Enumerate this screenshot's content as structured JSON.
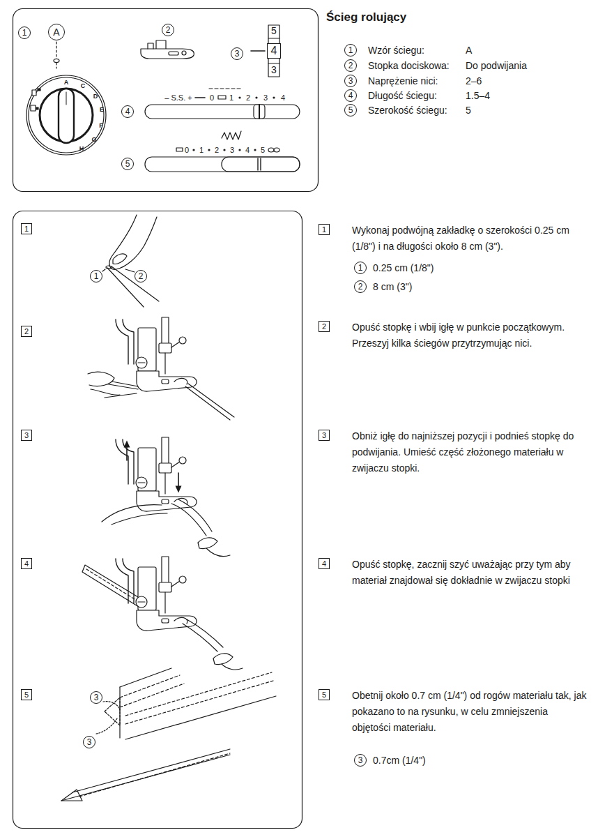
{
  "diagram": {
    "title": "Ścieg rolujący",
    "labels": [
      "1",
      "A",
      "2",
      "3",
      "5",
      "4",
      "3",
      "A",
      "C",
      "D",
      "E",
      "F",
      "G",
      "H",
      "4",
      "– S.S. +",
      "0",
      "1",
      "2",
      "3",
      "4",
      "5",
      "0",
      "1",
      "2",
      "3",
      "4",
      "5",
      "1",
      "Wzór ściegu:",
      "A",
      "2",
      "Stopka dociskowa:",
      "Do podwijania",
      "3",
      "Naprężenie nici:",
      "2–6",
      "4",
      "Długość ściegu:",
      "1.5–4",
      "5",
      "Szerokość ściegu:",
      "5",
      "1",
      "1",
      "2",
      "2",
      "3",
      "4",
      "5",
      "3",
      "3",
      "1",
      "Wykonaj podwójną zakładkę o szerokości 0.25 cm (1/8\") i na długości około 8 cm (3\").",
      "1",
      "0.25 cm (1/8\")",
      "2",
      "8 cm (3\")",
      "2",
      "Opuść stopkę i wbij igłę w punkcie początkowym. Przeszyj kilka ściegów przytrzymując nici.",
      "3",
      "Obniż igłę do najniższej pozycji i podnieś stopkę do podwijania. Umieść część złożonego materiału w zwijaczu stopki.",
      "4",
      "Opuść stopkę, zacznij szyć uważając przy tym aby materiał znajdował się dokładnie w zwijaczu stopki",
      "5",
      "Obetnij około 0.7 cm (1/4\") od rogów materiału tak, jak pokazano to na rysunku, w celu zmniejszenia objętości materiału.",
      "3",
      "0.7cm (1/4\")"
    ]
  }
}
